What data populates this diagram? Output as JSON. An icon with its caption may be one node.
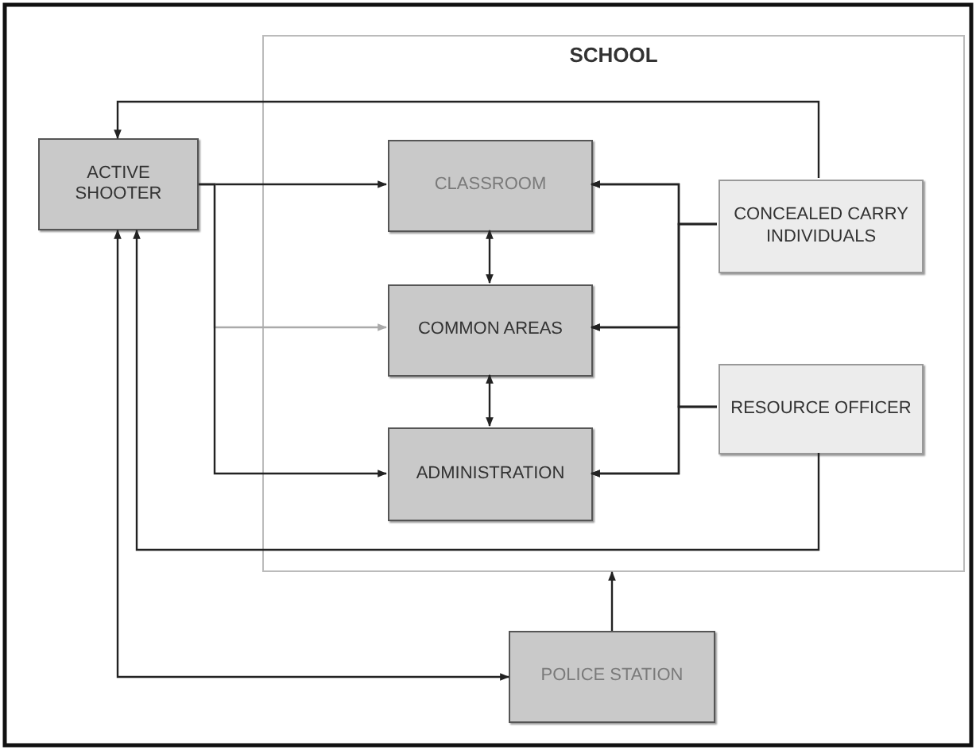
{
  "diagram": {
    "nodes": [
      {
        "text": [
          "SCHOOL"
        ]
      },
      {
        "text": [
          "ACTIVE SHOOTER"
        ]
      },
      {
        "text": [
          "CLASSROOM"
        ],
        "in": 0
      },
      {
        "text": [
          "COMMON AREAS"
        ],
        "in": 0
      },
      {
        "text": [
          "ADMINISTRATION"
        ],
        "in": 0
      },
      {
        "text": [
          "CONCEALED CARRY INDIVIDUALS"
        ],
        "in": 0
      },
      {
        "text": [
          "RESOURCE OFFICER"
        ],
        "in": 0
      },
      {
        "text": [
          "POLICE STATION"
        ]
      }
    ],
    "edges": [
      {
        "from": 5,
        "to": 1,
        "arrow": "to"
      },
      {
        "from": 1,
        "to": 2,
        "arrow": "to"
      },
      {
        "from": 1,
        "to": 3,
        "arrow": "to",
        "color": "#aaaaaa"
      },
      {
        "from": 1,
        "to": 4,
        "arrow": "to"
      },
      {
        "from": 2,
        "to": 3,
        "arrow": "both"
      },
      {
        "from": 3,
        "to": 4,
        "arrow": "both"
      },
      {
        "from": 5,
        "to": 2,
        "arrow": "to"
      },
      {
        "from": 5,
        "to": 3,
        "arrow": "to"
      },
      {
        "from": 5,
        "to": 4,
        "arrow": "to"
      },
      {
        "from": 6,
        "to": 2,
        "arrow": "to"
      },
      {
        "from": 6,
        "to": 3,
        "arrow": "to"
      },
      {
        "from": 6,
        "to": 4,
        "arrow": "to"
      },
      {
        "from": 6,
        "to": 1,
        "arrow": "to"
      },
      {
        "from": 7,
        "to": 1,
        "arrow": "both"
      },
      {
        "from": 7,
        "to": 0,
        "arrow": "to"
      }
    ]
  }
}
